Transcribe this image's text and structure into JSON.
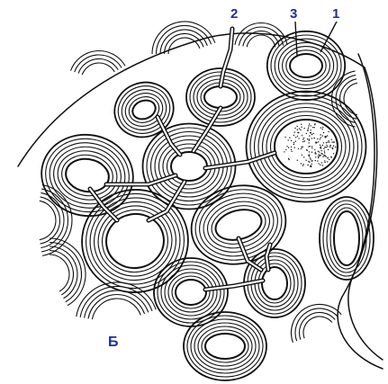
{
  "labels": {
    "l2": "2",
    "l3": "3",
    "l1": "1",
    "b": "Б"
  },
  "colors": {
    "ink": "#111111",
    "label": "#1f2f9a",
    "background": "#ffffff"
  }
}
